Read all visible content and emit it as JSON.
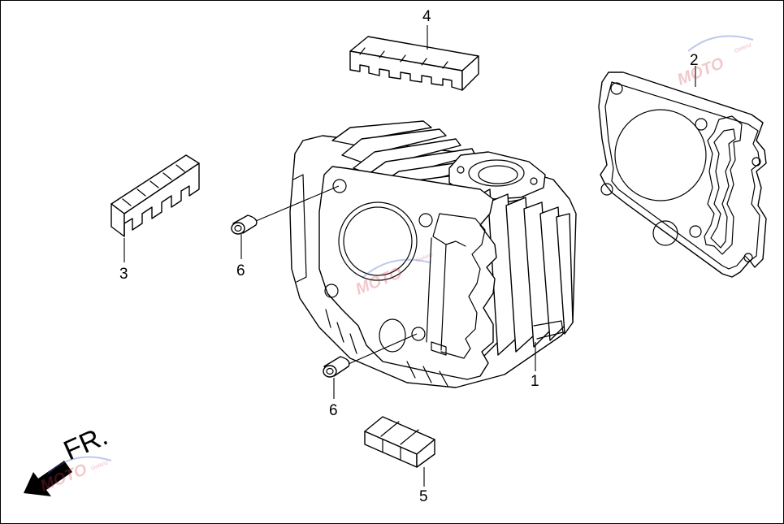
{
  "callouts": {
    "c1": "1",
    "c2": "2",
    "c3": "3",
    "c4": "4",
    "c5": "5",
    "c6a": "6",
    "c6b": "6"
  },
  "direction": {
    "label": "FR."
  },
  "watermark": {
    "text": "MOTO",
    "subtext": "Gelenz",
    "color": "#d23c50"
  }
}
